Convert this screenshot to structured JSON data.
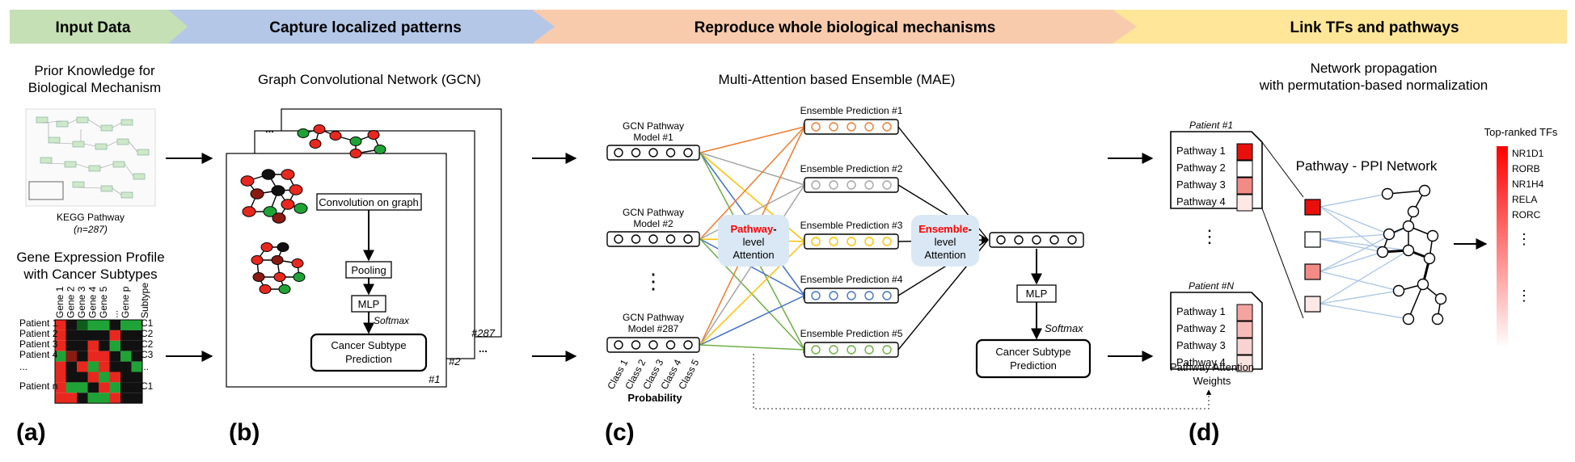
{
  "banner": {
    "input_data": "Input Data",
    "capture": "Capture localized patterns",
    "reproduce": "Reproduce whole biological mechanisms",
    "link": "Link TFs and pathways"
  },
  "panel_a": {
    "prior_line1": "Prior Knowledge for",
    "prior_line2": "Biological Mechanism",
    "kegg_caption": "KEGG Pathway",
    "kegg_n": "(n=287)",
    "gep_line1": "Gene Expression Profile",
    "gep_line2": "with Cancer Subtypes",
    "gene_headers": [
      "Gene 1",
      "Gene 2",
      "Gene 3",
      "Gene 4",
      "Gene 5",
      "...",
      "Gene p"
    ],
    "subtype_header": "Subtype",
    "patients": [
      "Patient 1",
      "Patient 2",
      "Patient 3",
      "Patient 4",
      "...",
      "Patient n"
    ],
    "subtypes": [
      "C1",
      "C2",
      "C2",
      "C3",
      "...",
      "C1"
    ],
    "label": "(a)"
  },
  "panel_b": {
    "title": "Graph Convolutional Network (GCN)",
    "conv": "Convolution on graph",
    "pooling": "Pooling",
    "mlp": "MLP",
    "softmax": "Softmax",
    "pred_line1": "Cancer Subtype",
    "pred_line2": "Prediction",
    "stack1": "#1",
    "stack2": "#2",
    "stack287": "#287",
    "dots_top": "...",
    "dots_mid": "...",
    "label": "(b)"
  },
  "panel_c": {
    "title": "Multi-Attention based Ensemble (MAE)",
    "gcn_models": [
      {
        "line1": "GCN Pathway",
        "line2": "Model #1"
      },
      {
        "line1": "GCN Pathway",
        "line2": "Model #2"
      },
      {
        "line1": "GCN Pathway",
        "line2": "Model #287"
      }
    ],
    "vdots": "⋮",
    "classes": [
      "Class 1",
      "Class 2",
      "Class 3",
      "Class 4",
      "Class 5"
    ],
    "probability": "Probability",
    "ensembles": [
      "Ensemble Prediction #1",
      "Ensemble Prediction #2",
      "Ensemble Prediction #3",
      "Ensemble Prediction #4",
      "Ensemble Prediction #5"
    ],
    "pathway_att_red": "Pathway",
    "pathway_att_rest": "-",
    "pathway_att_l2": "level",
    "pathway_att_l3": "Attention",
    "ensemble_att_red": "Ensemble",
    "ensemble_att_rest": "-",
    "ensemble_att_l2": "level",
    "ensemble_att_l3": "Attention",
    "mlp": "MLP",
    "softmax": "Softmax",
    "pred_line1": "Cancer Subtype",
    "pred_line2": "Prediction",
    "label": "(c)"
  },
  "panel_d": {
    "title_line1": "Network propagation",
    "title_line2": "with permutation-based normalization",
    "patient1": "Patient #1",
    "patientN": "Patient #N",
    "pathways": [
      "Pathway 1",
      "Pathway 2",
      "Pathway 3",
      "Pathway 4"
    ],
    "vdots": "⋮",
    "weights_line1": "Pathway Attention",
    "weights_line2": "Weights",
    "ppi_title": "Pathway - PPI Network",
    "tfs_title": "Top-ranked TFs",
    "tfs": [
      "NR1D1",
      "RORB",
      "NR1H4",
      "RELA",
      "RORC"
    ],
    "vdots2": "⋮",
    "vdots3": "⋮",
    "label": "(d)"
  },
  "colors": {
    "green_band": "#c5e0b4",
    "blue_band": "#b4c7e7",
    "orange_band": "#f8cbad",
    "yellow_band": "#ffe699",
    "attention_fill": "#dae8f5",
    "red_text": "#ff0000",
    "ens1": "#ed7d31",
    "ens2": "#a5a5a5",
    "ens3": "#ffc000",
    "ens4": "#4472c4",
    "ens5": "#70ad47"
  }
}
